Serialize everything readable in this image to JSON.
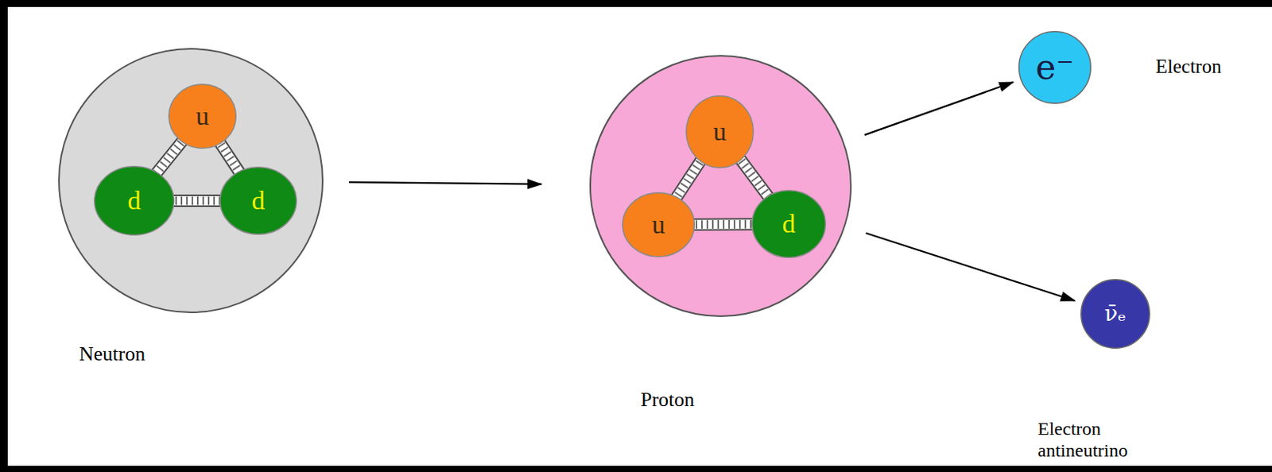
{
  "diagram": {
    "nodes": [
      {
        "text": [
          "Neutron"
        ]
      },
      {
        "text": [
          "u"
        ],
        "in": 0
      },
      {
        "text": [
          "d"
        ],
        "in": 0
      },
      {
        "text": [
          "d"
        ],
        "in": 0
      },
      {
        "text": [
          "Proton"
        ]
      },
      {
        "text": [
          "u"
        ],
        "in": 4
      },
      {
        "text": [
          "u"
        ],
        "in": 4
      },
      {
        "text": [
          "d"
        ],
        "in": 4
      },
      {
        "text": [
          "e⁻",
          "Electron"
        ]
      },
      {
        "text": [
          "ν̄ₑ",
          "Electron antineutrino"
        ]
      }
    ],
    "edges": [
      {
        "from": 1,
        "to": 2,
        "arrow": "none"
      },
      {
        "from": 1,
        "to": 3,
        "arrow": "none"
      },
      {
        "from": 2,
        "to": 3,
        "arrow": "none"
      },
      {
        "from": 0,
        "to": 4,
        "arrow": "to"
      },
      {
        "from": 5,
        "to": 6,
        "arrow": "none"
      },
      {
        "from": 5,
        "to": 7,
        "arrow": "none"
      },
      {
        "from": 6,
        "to": 7,
        "arrow": "none"
      },
      {
        "from": 4,
        "to": 8,
        "arrow": "to"
      },
      {
        "from": 4,
        "to": 9,
        "arrow": "to"
      }
    ]
  }
}
